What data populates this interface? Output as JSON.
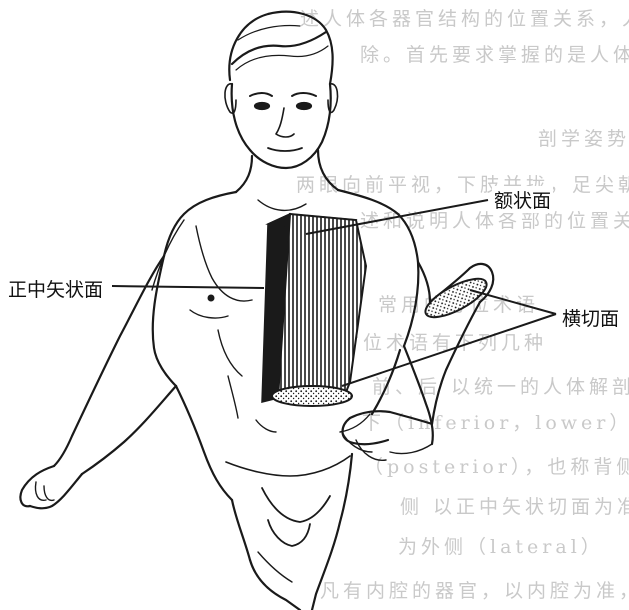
{
  "colors": {
    "ink": "#1a1a1a",
    "ghost_text": "#c9c9c9",
    "paper": "#ffffff"
  },
  "labels": {
    "coronal": "额状面",
    "sagittal": "正中矢状面",
    "transverse": "横切面"
  },
  "background_text": [
    "述人体各器官结构的位置关系，人体解剖学规定统一",
    "除。首先要求掌握的是人体解剖学姿势、方位术",
    "剖学姿势",
    "两眼向前平视，下肢并拢，足尖朝前，双上肢自然下",
    "述和说明人体各部的位置关系时，都应按照",
    "常用的方位术语",
    "方位术语有下列几种",
    "前、后 以统一的人体解剖学姿势为准，近头者",
    "下（inferior，lower）近腹者为前（anterior），也",
    "（posterior），也称背侧（dorsal）。",
    "侧 以正中矢状切面为准，近正中矢状切面者为",
    "为外侧（lateral）",
    "凡有内腔的器官，以内腔为准，近内腔者为内（inte"
  ]
}
